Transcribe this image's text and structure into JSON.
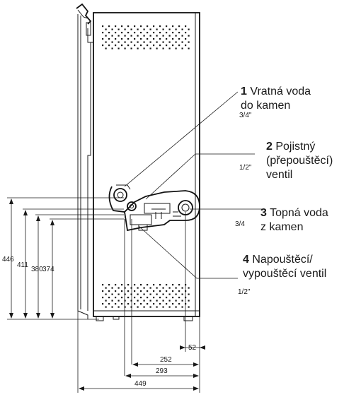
{
  "labels": [
    {
      "num": "1",
      "lines": [
        "Vratná voda",
        "do kamen"
      ],
      "size": "3/4\""
    },
    {
      "num": "2",
      "lines": [
        "Pojistný",
        "(přepouštěcí)",
        "ventil"
      ],
      "size": "1/2\""
    },
    {
      "num": "3",
      "lines": [
        "Topná voda",
        "z kamen"
      ],
      "size": "3/4"
    },
    {
      "num": "4",
      "lines": [
        "Napouštěcí/",
        "vypouštěcí ventil"
      ],
      "size": "1/2\""
    }
  ],
  "dimensions": {
    "vertical": [
      "446",
      "411",
      "380",
      "374"
    ],
    "horizontal": [
      "52",
      "252",
      "293",
      "449"
    ]
  }
}
